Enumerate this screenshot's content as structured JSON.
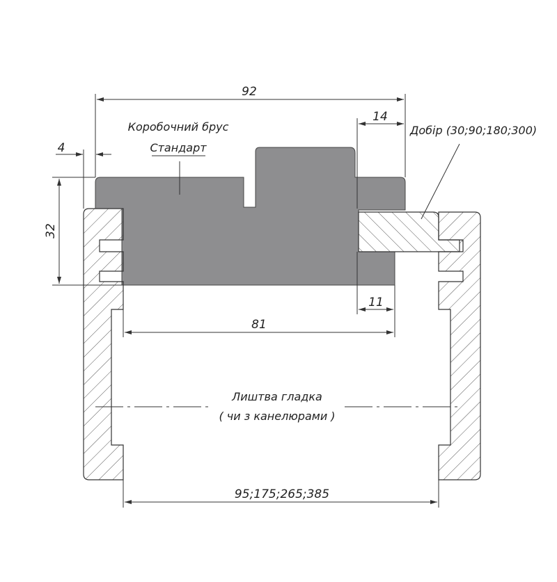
{
  "labels": {
    "frame_line1": "Коробочний брус",
    "frame_line2": "Стандарт",
    "extension": "Добір (30;90;180;300)",
    "casing_line1": "Лиштва гладка",
    "casing_line2": "( чи з канелюрами )"
  },
  "dimensions": {
    "total_width": "92",
    "extension_offset": "14",
    "left_offset": "4",
    "height": "32",
    "extension_bottom": "11",
    "inner_width": "81",
    "casing_widths": "95;175;265;385"
  },
  "colors": {
    "frame": "#8e8e90",
    "outline": "#333333"
  }
}
